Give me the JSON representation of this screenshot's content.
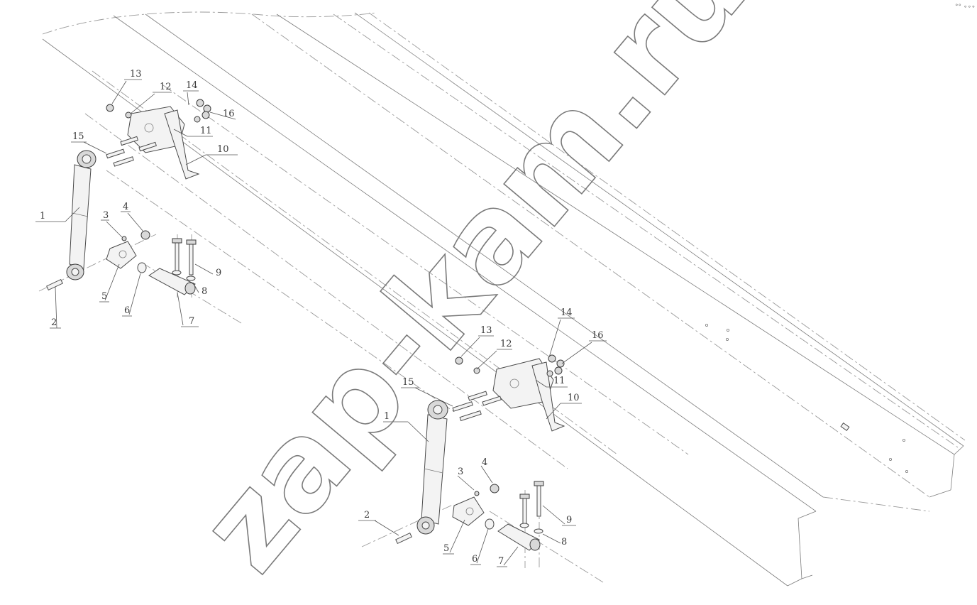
{
  "watermark": "zap-kam.ru",
  "corner_mark": "°° ∘∘∘",
  "colors": {
    "line": "#4a4a4a",
    "dash": "#9a9a9a",
    "watermark": "#7a7a7a",
    "background": "#ffffff"
  },
  "assembly_upper": {
    "callouts": [
      {
        "id": "u1",
        "label": "1"
      },
      {
        "id": "u2",
        "label": "2"
      },
      {
        "id": "u3",
        "label": "3"
      },
      {
        "id": "u4",
        "label": "4"
      },
      {
        "id": "u5",
        "label": "5"
      },
      {
        "id": "u6",
        "label": "6"
      },
      {
        "id": "u7",
        "label": "7"
      },
      {
        "id": "u8",
        "label": "8"
      },
      {
        "id": "u9",
        "label": "9"
      },
      {
        "id": "u10",
        "label": "10"
      },
      {
        "id": "u11",
        "label": "11"
      },
      {
        "id": "u12",
        "label": "12"
      },
      {
        "id": "u13",
        "label": "13"
      },
      {
        "id": "u14",
        "label": "14"
      },
      {
        "id": "u15",
        "label": "15"
      },
      {
        "id": "u16",
        "label": "16"
      }
    ]
  },
  "assembly_lower": {
    "callouts": [
      {
        "id": "l1",
        "label": "1"
      },
      {
        "id": "l2",
        "label": "2"
      },
      {
        "id": "l3",
        "label": "3"
      },
      {
        "id": "l4",
        "label": "4"
      },
      {
        "id": "l5",
        "label": "5"
      },
      {
        "id": "l6",
        "label": "6"
      },
      {
        "id": "l7",
        "label": "7"
      },
      {
        "id": "l8",
        "label": "8"
      },
      {
        "id": "l9",
        "label": "9"
      },
      {
        "id": "l10",
        "label": "10"
      },
      {
        "id": "l11",
        "label": "11"
      },
      {
        "id": "l12",
        "label": "12"
      },
      {
        "id": "l13",
        "label": "13"
      },
      {
        "id": "l14",
        "label": "14"
      },
      {
        "id": "l15",
        "label": "15"
      },
      {
        "id": "l16",
        "label": "16"
      }
    ]
  }
}
